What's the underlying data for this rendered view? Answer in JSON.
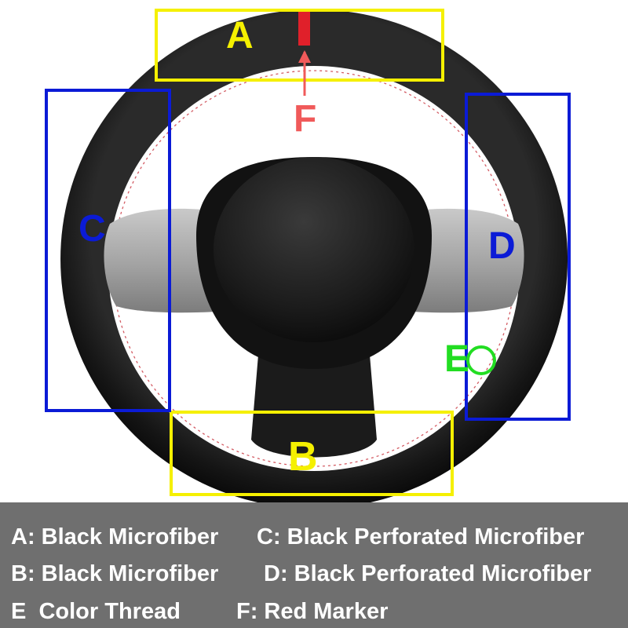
{
  "image": {
    "subject": "steering-wheel",
    "colors": {
      "leather": "#161616",
      "spoke_silver": "#a9a9a9",
      "stitch": "#c8323c",
      "yellow_box": "#f5f000",
      "blue_box": "#0b1bd6",
      "green_label": "#22dd22",
      "red_label": "#f05a5a",
      "legend_bg": "#6f6f6f"
    }
  },
  "labels": {
    "a": "A",
    "b": "B",
    "c": "C",
    "d": "D",
    "e": "E",
    "f": "F"
  },
  "legend": {
    "row1_left": "A: Black Microfiber",
    "row1_right": "C: Black Perforated Microfiber",
    "row2_left": "B: Black Microfiber",
    "row2_right": "D: Black Perforated Microfiber",
    "row3_left": "E  Color Thread",
    "row3_right": "F: Red Marker"
  }
}
